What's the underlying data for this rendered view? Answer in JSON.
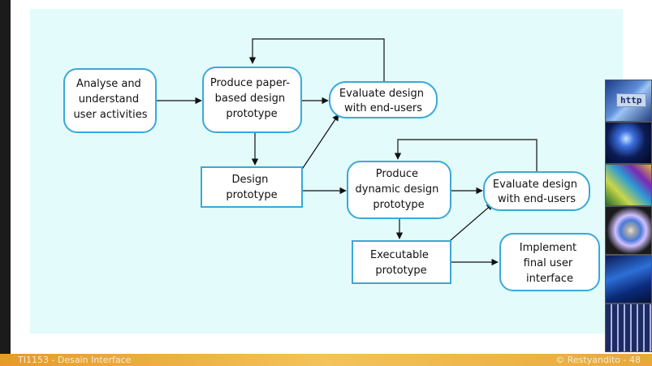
{
  "diagram": {
    "nodes": {
      "analyse": [
        "Analyse and",
        "understand",
        "user activities"
      ],
      "paper": [
        "Produce paper-",
        "based design",
        "prototype"
      ],
      "evaluate1": [
        "Evaluate design",
        "with end-users"
      ],
      "design_proto": [
        "Design",
        "prototype"
      ],
      "dynamic": [
        "Produce",
        "dynamic design",
        "prototype"
      ],
      "evaluate2": [
        "Evaluate design",
        "with end-users"
      ],
      "executable": [
        "Executable",
        "prototype"
      ],
      "implement": [
        "Implement",
        "final user",
        "interface"
      ]
    }
  },
  "side_images": {
    "http_label": "http"
  },
  "footer": {
    "left": "TI1153 - Desain Interface",
    "right": "© Restyandito - 48"
  }
}
